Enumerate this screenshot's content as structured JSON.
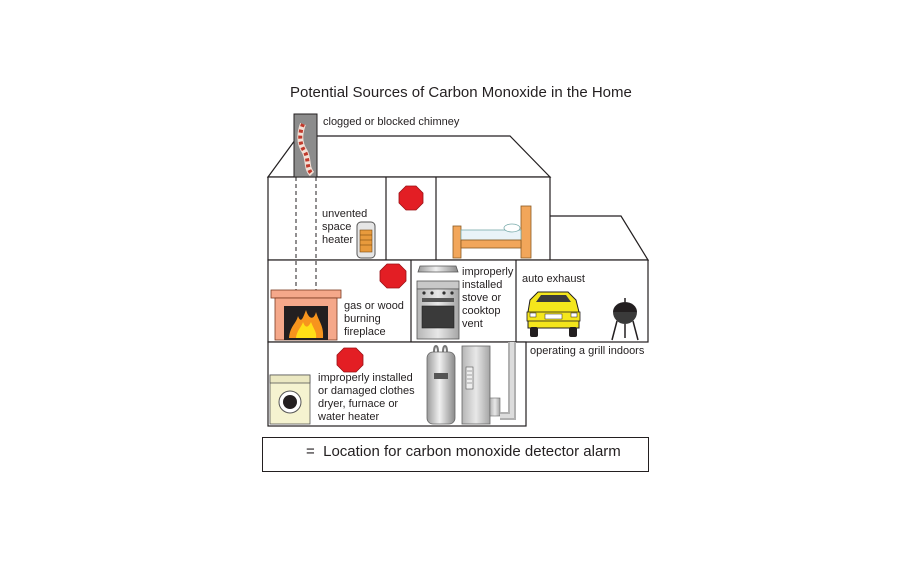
{
  "title": "Potential Sources of Carbon Monoxide in the Home",
  "labels": {
    "chimney": "clogged or blocked chimney",
    "space_heater": "unvented\nspace\nheater",
    "stove": "improperly\ninstalled\nstove or\ncooktop\nvent",
    "auto_exhaust": "auto exhaust",
    "fireplace": "gas or wood\nburning\nfireplace",
    "grill": "operating a grill indoors",
    "basement": "improperly installed\nor damaged clothes\ndryer, furnace or\nwater heater"
  },
  "legend": {
    "equals": "=",
    "text": "Location for carbon monoxide detector alarm"
  },
  "colors": {
    "alarm_red": "#e31e24",
    "car_yellow": "#f4e61c",
    "fire_orange": "#f7941d",
    "brick": "#f5a88a",
    "bed_wood": "#f2a65a",
    "chimney_gray": "#8c8c8c"
  }
}
